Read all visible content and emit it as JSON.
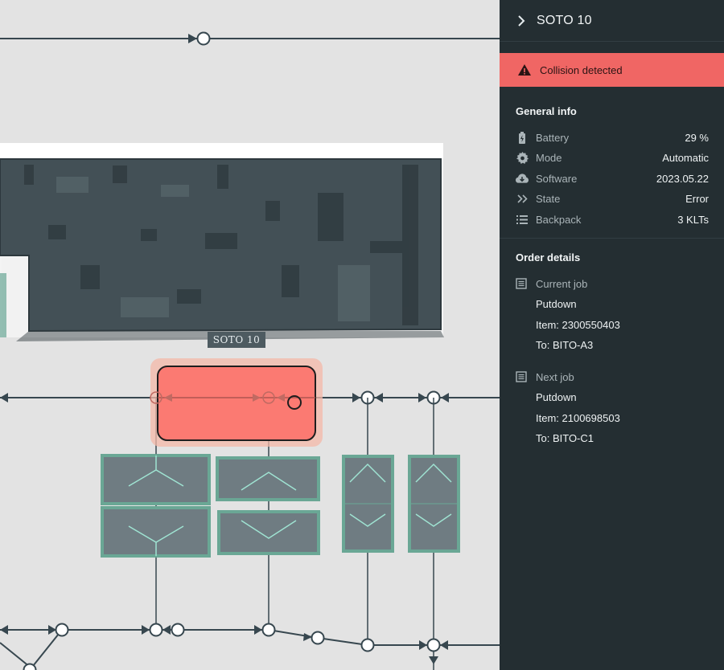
{
  "robot": {
    "name": "SOTO 10",
    "map_label": "SOTO 10"
  },
  "alert": {
    "text": "Collision detected",
    "icon": "warning-icon",
    "color": "#f06664"
  },
  "general_info": {
    "title": "General info",
    "rows": [
      {
        "icon": "battery-icon",
        "label": "Battery",
        "value": "29 %"
      },
      {
        "icon": "gear-icon",
        "label": "Mode",
        "value": "Automatic"
      },
      {
        "icon": "cloud-download-icon",
        "label": "Software",
        "value": "2023.05.22"
      },
      {
        "icon": "double-chevron-icon",
        "label": "State",
        "value": "Error"
      },
      {
        "icon": "list-icon",
        "label": "Backpack",
        "value": "3 KLTs"
      }
    ]
  },
  "order_details": {
    "title": "Order details",
    "current_job": {
      "label": "Current job",
      "action": "Putdown",
      "item": "Item: 2300550403",
      "to": "To: BITO-A3"
    },
    "next_job": {
      "label": "Next job",
      "action": "Putdown",
      "item": "Item: 2100698503",
      "to": "To: BITO-C1"
    }
  },
  "colors": {
    "panel_bg": "#242e32",
    "map_bg": "#e3e3e3",
    "path_line": "#37474f",
    "robot_fill": "#fb7a72",
    "storage_teal": "#6aa795"
  }
}
